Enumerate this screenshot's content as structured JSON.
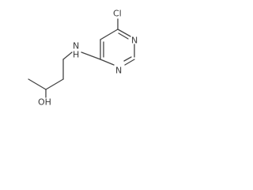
{
  "molecule": {
    "atoms": {
      "cl": "Cl",
      "n_ring_top": "N",
      "n_ring_bottom": "N",
      "nh_amine": "N",
      "nh_hydrogen": "H",
      "hydroxyl": "OH"
    }
  }
}
